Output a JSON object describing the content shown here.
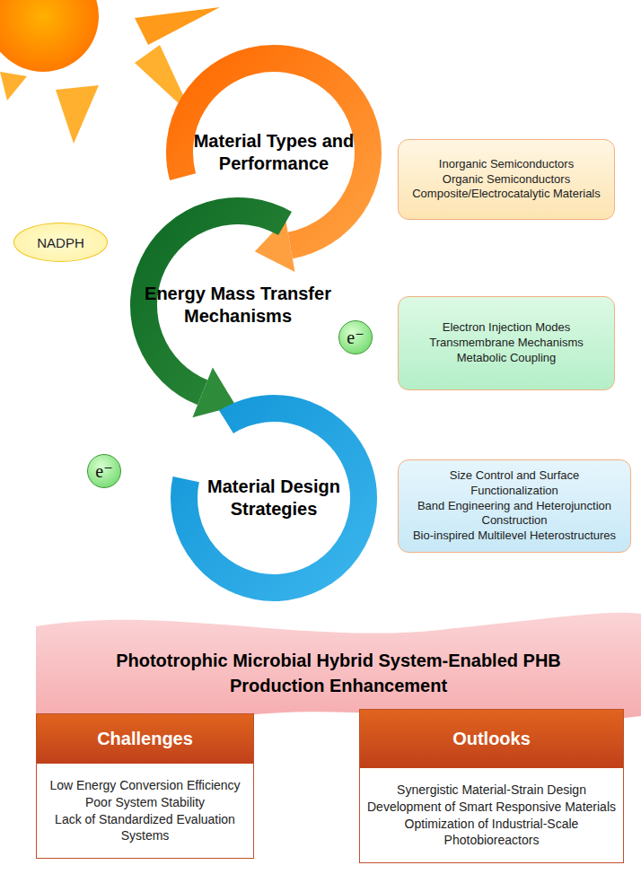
{
  "diagram": {
    "nodes": [
      {
        "text": [
          "Material Types and Performance"
        ]
      },
      {
        "text": [
          "Inorganic Semiconductors",
          "Organic Semiconductors",
          "Composite/Electrocatalytic Materials"
        ]
      },
      {
        "text": [
          "NADPH"
        ]
      },
      {
        "text": [
          "Energy Mass Transfer Mechanisms"
        ]
      },
      {
        "text": [
          "e⁻"
        ]
      },
      {
        "text": [
          "Electron Injection Modes",
          "Transmembrane Mechanisms",
          "Metabolic Coupling"
        ]
      },
      {
        "text": [
          "e⁻"
        ]
      },
      {
        "text": [
          "Material Design Strategies"
        ]
      },
      {
        "text": [
          "Size Control and Surface Functionalization",
          "Band Engineering and Heterojunction Construction",
          "Bio-inspired Multilevel Heterostructures"
        ]
      },
      {
        "text": [
          "Phototrophic Microbial Hybrid System-Enabled PHB Production Enhancement"
        ]
      },
      {
        "text": [
          "Challenges",
          "Low Energy Conversion Efficiency",
          "Poor System Stability",
          "Lack of Standardized Evaluation Systems"
        ]
      },
      {
        "text": [
          "Outlooks",
          "Synergistic Material-Strain Design",
          "Development of Smart Responsive Materials",
          "Optimization of Industrial-Scale Photobioreactors"
        ]
      }
    ]
  }
}
